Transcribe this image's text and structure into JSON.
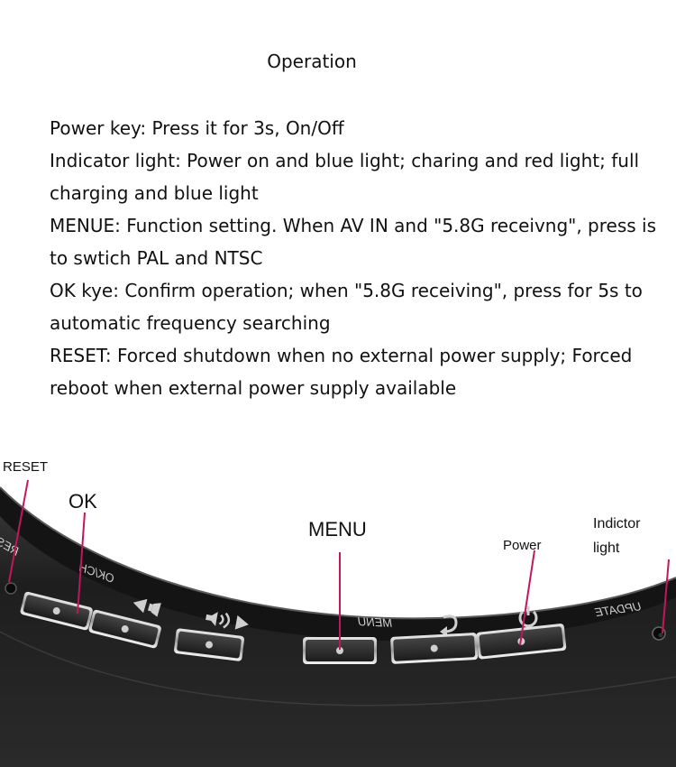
{
  "document": {
    "title": "Operation",
    "paragraphs": [
      "Power key: Press it for 3s, On/Off",
      "Indicator light: Power on and blue light; charing and red light; full charging and blue light",
      "MENUE: Function setting. When AV IN and \"5.8G receivng\", press is to swtich PAL and NTSC",
      "OK kye: Confirm operation; when \"5.8G receiving\", press for 5s to automatic frequency searching",
      "RESET: Forced shutdown when no external power supply; Forced reboot when external power supply available"
    ]
  },
  "diagram": {
    "callouts": {
      "reset": "RESET",
      "ok": "OK",
      "menu": "MENU",
      "power": "Power",
      "indicator_line1": "Indictor",
      "indicator_line2": "light"
    },
    "device_labels": {
      "reset": "RESET",
      "ok_ch": "OK/CH",
      "menu": "MENU",
      "update": "UPDATE"
    },
    "colors": {
      "callout_line": "#c2185b",
      "device_body": "#1b1b1b",
      "device_rim": "#3a3a3a",
      "button_face": "#2c2c2c",
      "button_edge": "#d8d8d8"
    }
  }
}
